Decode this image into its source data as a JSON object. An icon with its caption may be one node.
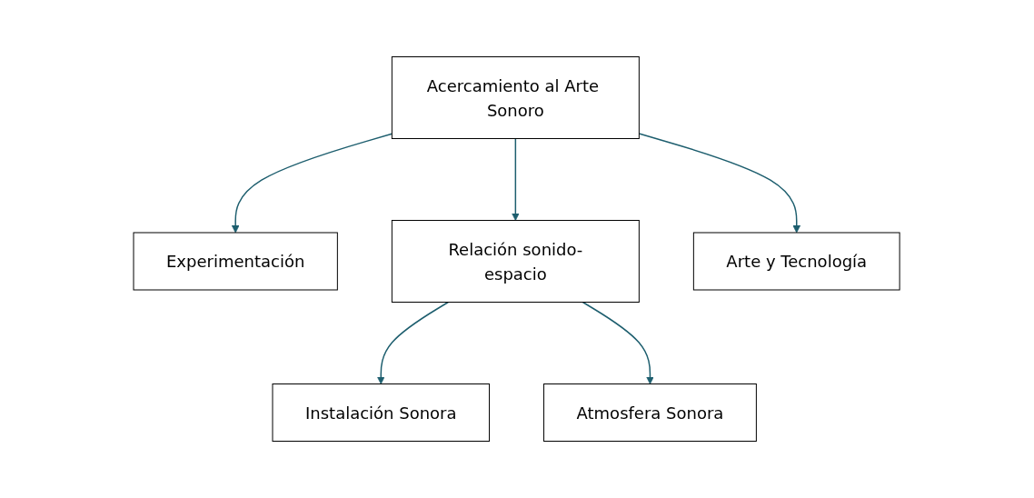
{
  "diagram": {
    "nodes": [
      {
        "text": [
          "Acercamiento al Arte Sonoro"
        ]
      },
      {
        "text": [
          "Experimentación"
        ]
      },
      {
        "text": [
          "Relación sonido-espacio"
        ]
      },
      {
        "text": [
          "Arte y Tecnología"
        ]
      },
      {
        "text": [
          "Instalación Sonora"
        ]
      },
      {
        "text": [
          "Atmosfera Sonora"
        ]
      }
    ],
    "edges": [
      {
        "from": 0,
        "to": 1,
        "arrow": "to"
      },
      {
        "from": 0,
        "to": 2,
        "arrow": "to"
      },
      {
        "from": 0,
        "to": 3,
        "arrow": "to"
      },
      {
        "from": 2,
        "to": 4,
        "arrow": "to"
      },
      {
        "from": 2,
        "to": 5,
        "arrow": "to"
      }
    ]
  }
}
